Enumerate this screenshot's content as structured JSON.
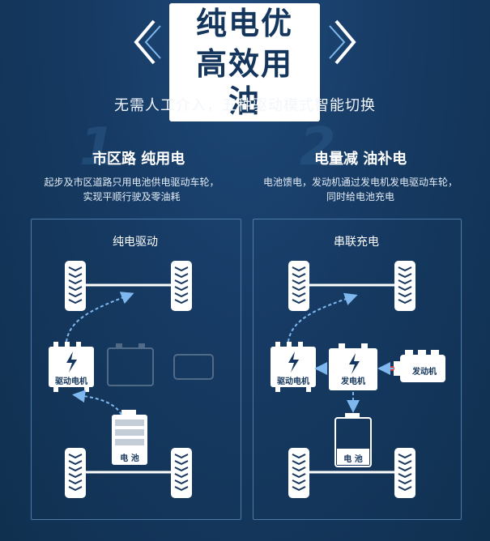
{
  "header": {
    "title_line1": "纯电优先",
    "title_line2": "高效用油",
    "subtitle": "无需人工介入，五种驱动模式智能切换"
  },
  "modes": [
    {
      "number": "1",
      "title": "市区路 纯用电",
      "desc_line1": "起步及市区道路只用电池供电驱动车轮，",
      "desc_line2": "实现平顺行驶及零油耗",
      "panel_label": "纯电驱动",
      "motor_label": "驱动电机",
      "battery_label": "电 池"
    },
    {
      "number": "2",
      "title": "电量减 油补电",
      "desc_line1": "电池馈电，发动机通过发电机发电驱动车轮，",
      "desc_line2": "同时给电池充电",
      "panel_label": "串联充电",
      "motor_label": "驱动电机",
      "generator_label": "发电机",
      "engine_label": "发动机",
      "battery_label": "电 池"
    }
  ],
  "colors": {
    "background": "#15375f",
    "accent": "#7fb8ee",
    "white": "#ffffff"
  }
}
